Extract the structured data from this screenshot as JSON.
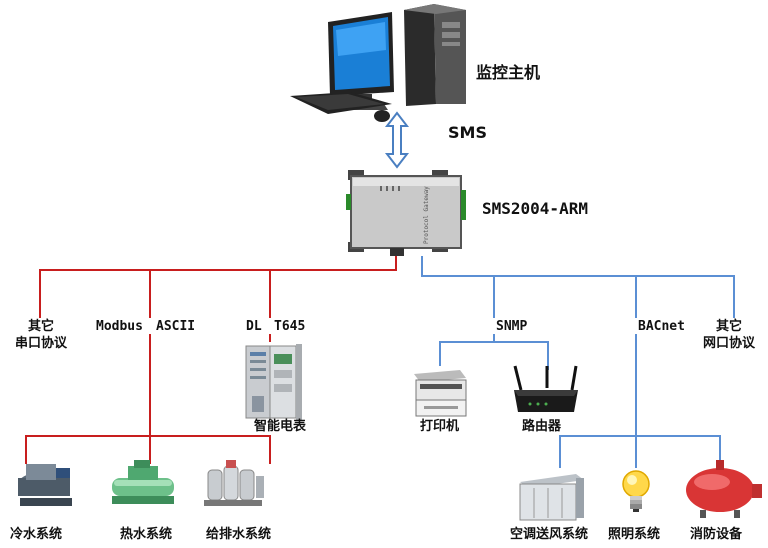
{
  "nodes": {
    "host": "监控主机",
    "protocol_sms": "SMS",
    "gateway": "SMS2004-ARM",
    "gateway_panel_text": "Protocol Gateway"
  },
  "protocols": {
    "other_serial": [
      "其它",
      "串口协议"
    ],
    "modbus": "Modbus",
    "ascii": "ASCII",
    "dl": "DL",
    "t645": "T645",
    "snmp": "SNMP",
    "bacnet": "BACnet",
    "other_network": [
      "其它",
      "网口协议"
    ]
  },
  "devices": {
    "smart_meter": "智能电表",
    "printer": "打印机",
    "router": "路由器",
    "cold_water": "冷水系统",
    "hot_water": "热水系统",
    "water_supply": "给排水系统",
    "air_handling": "空调送风系统",
    "lighting": "照明系统",
    "fire": "消防设备"
  },
  "colors": {
    "serial_bus": "#c81e1e",
    "network_bus": "#5b8fd4",
    "arrow": "#4a7fc1"
  }
}
